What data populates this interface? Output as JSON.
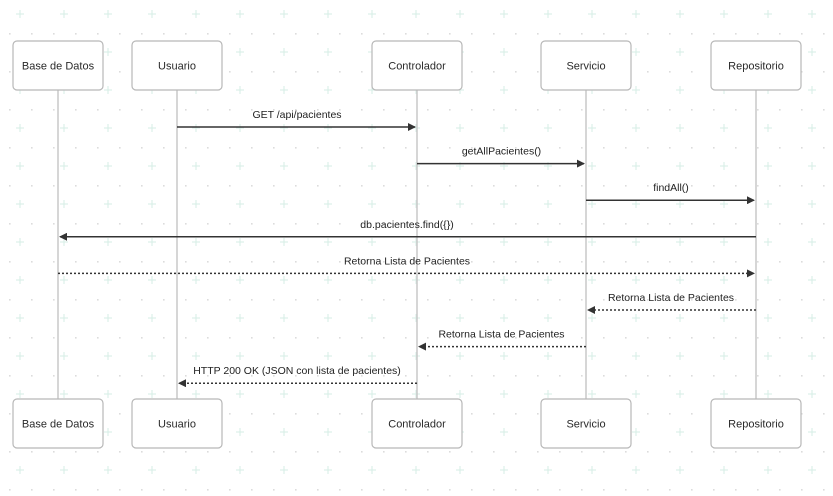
{
  "participants": [
    {
      "id": "db",
      "label": "Base de Datos"
    },
    {
      "id": "user",
      "label": "Usuario"
    },
    {
      "id": "controller",
      "label": "Controlador"
    },
    {
      "id": "service",
      "label": "Servicio"
    },
    {
      "id": "repo",
      "label": "Repositorio"
    }
  ],
  "messages": [
    {
      "from": "user",
      "to": "controller",
      "label": "GET /api/pacientes",
      "style": "solid"
    },
    {
      "from": "controller",
      "to": "service",
      "label": "getAllPacientes()",
      "style": "solid"
    },
    {
      "from": "service",
      "to": "repo",
      "label": "findAll()",
      "style": "solid"
    },
    {
      "from": "repo",
      "to": "db",
      "label": "db.pacientes.find({})",
      "style": "solid"
    },
    {
      "from": "db",
      "to": "repo",
      "label": "Retorna Lista de Pacientes",
      "style": "dashed"
    },
    {
      "from": "repo",
      "to": "service",
      "label": "Retorna Lista de Pacientes",
      "style": "dashed"
    },
    {
      "from": "service",
      "to": "controller",
      "label": "Retorna Lista de Pacientes",
      "style": "dashed"
    },
    {
      "from": "controller",
      "to": "user",
      "label": "HTTP 200 OK (JSON con lista de pacientes)",
      "style": "dashed"
    }
  ],
  "colors": {
    "background": "#ffffff",
    "grid": "#d6ede6",
    "line": "#333333",
    "box_border": "#b8b8b8",
    "lifeline": "#c8c8c8"
  }
}
